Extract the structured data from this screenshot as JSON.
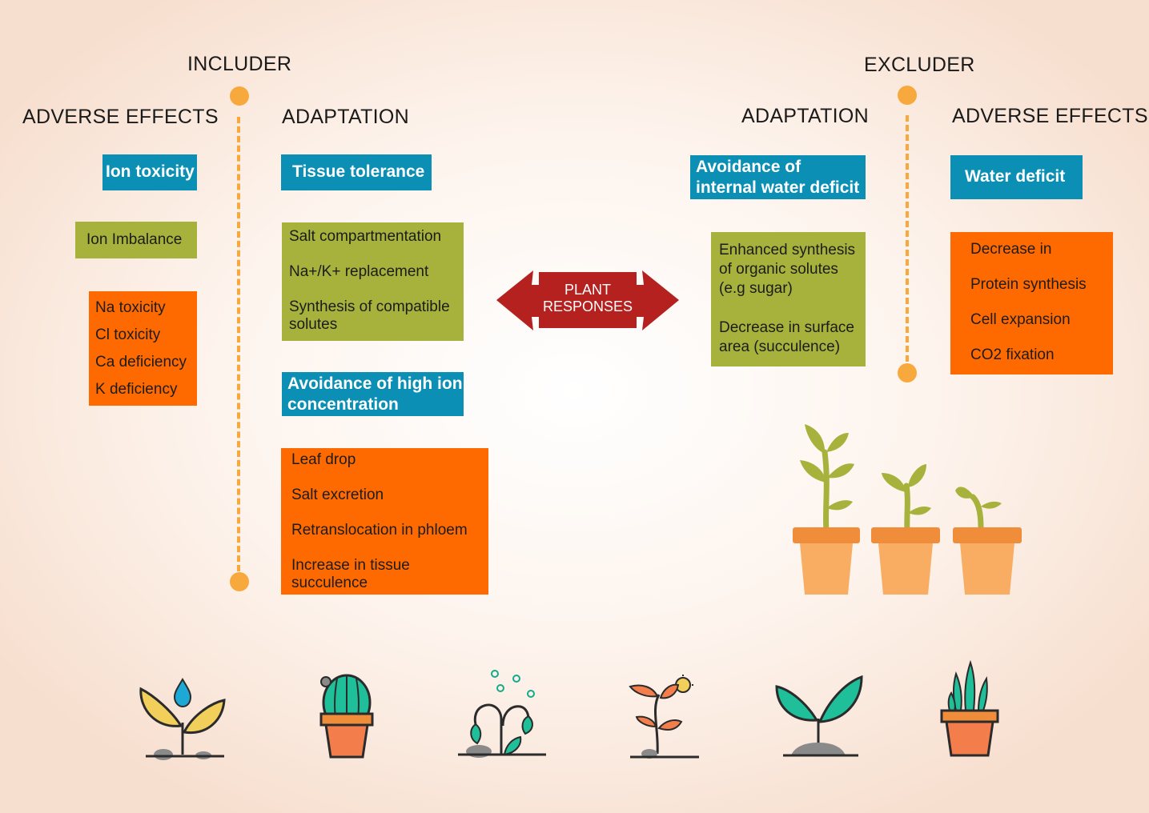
{
  "includer": {
    "title": "INCLUDER",
    "adverse_header": "ADVERSE EFFECTS",
    "adaptation_header": "ADAPTATION",
    "adverse": {
      "ion_toxicity": "Ion toxicity",
      "ion_imbalance": "Ion Imbalance",
      "toxicities": [
        "Na toxicity",
        "Cl toxicity",
        "Ca deficiency",
        "K deficiency"
      ]
    },
    "adaptation": {
      "tissue_tolerance": "Tissue tolerance",
      "tolerance_items": [
        "Salt compartmentation",
        "Na+/K+ replacement",
        "Synthesis of compatible",
        "solutes"
      ],
      "avoidance": [
        "Avoidance of high ion",
        "concentration"
      ],
      "avoidance_items": [
        "Leaf drop",
        "Salt excretion",
        "Retranslocation in phloem",
        "Increase in tissue",
        "succulence"
      ]
    }
  },
  "center": {
    "line1": "PLANT",
    "line2": "RESPONSES"
  },
  "excluder": {
    "title": "EXCLUDER",
    "adaptation_header": "ADAPTATION",
    "adverse_header": "ADVERSE EFFECTS",
    "adaptation": {
      "avoidance": [
        "Avoidance of",
        "internal water deficit"
      ],
      "items": [
        "Enhanced synthesis",
        "of organic solutes",
        "(e.g sugar)",
        "Decrease in surface",
        "area (succulence)"
      ]
    },
    "adverse": {
      "water_deficit": "Water deficit",
      "items": [
        "Decrease in",
        "Protein synthesis",
        "Cell expansion",
        "CO2 fixation"
      ]
    }
  },
  "icons": [
    "potted-seedlings-icon",
    "sprout-water-drop-icon",
    "cactus-icon",
    "wilting-plant-icon",
    "sun-plant-icon",
    "seedling-icon",
    "succulent-pot-icon"
  ],
  "colors": {
    "teal": "#0b8fb4",
    "olive": "#a6b23b",
    "orange": "#ff6a00",
    "accent": "#f8a93e",
    "arrow": "#b5211f"
  }
}
